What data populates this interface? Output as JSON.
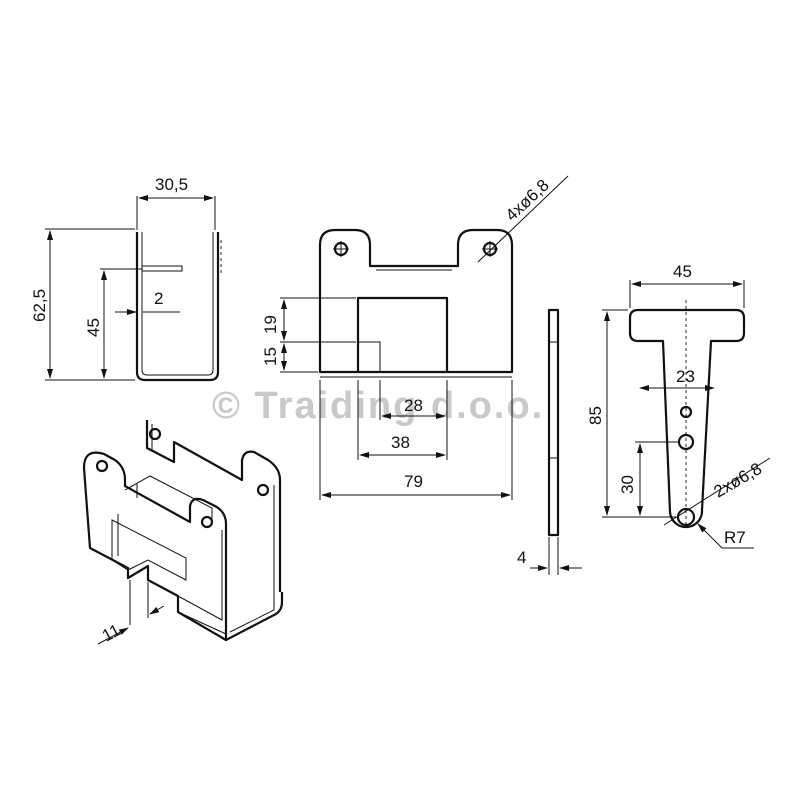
{
  "watermark": "© Traiding d.o.o.",
  "dimensions": {
    "front_width": "30,5",
    "front_height": "62,5",
    "front_inner": "45",
    "front_tab": "2",
    "plate_hole": "4xø6,8",
    "plate_h1": "15",
    "plate_h2": "19",
    "plate_w28": "28",
    "plate_w38": "38",
    "plate_w79": "79",
    "side_thick": "4",
    "bracket_w": "45",
    "bracket_h": "85",
    "bracket_23": "23",
    "bracket_30": "30",
    "bracket_hole": "2xø6,8",
    "bracket_radius": "R7",
    "iso_11": "11"
  }
}
